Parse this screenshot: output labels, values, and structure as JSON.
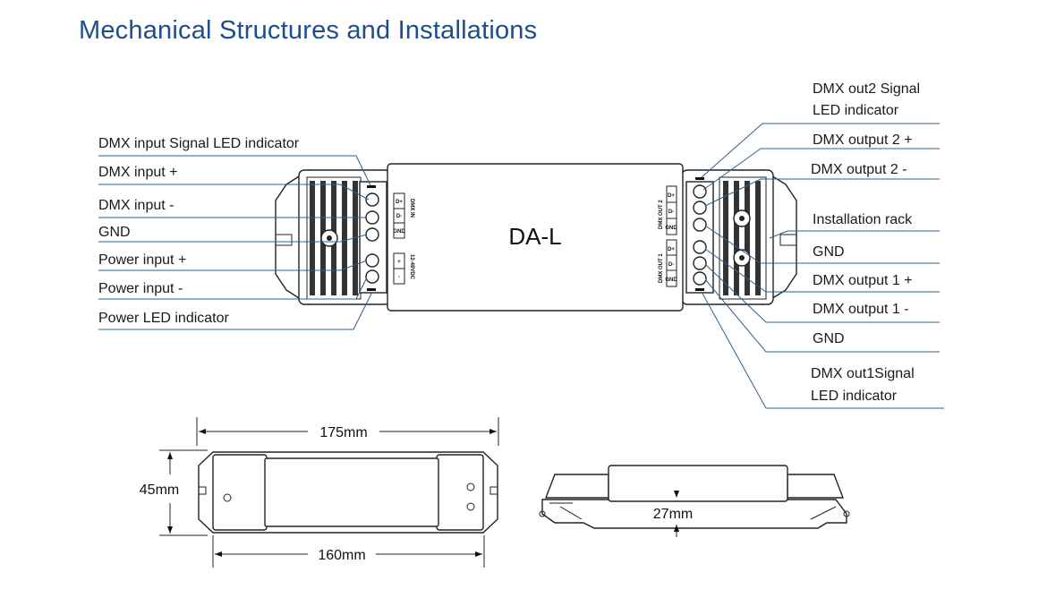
{
  "title": "Mechanical Structures and Installations",
  "device_label": "DA-L",
  "left_labels": [
    "DMX input Signal LED indicator",
    "DMX input +",
    "DMX input -",
    "GND",
    "Power input +",
    "Power input -",
    "Power LED indicator"
  ],
  "right_labels": {
    "out2_led_line1": "DMX out2 Signal",
    "out2_led_line2": "LED indicator",
    "out2_plus": "DMX output 2 +",
    "out2_minus": "DMX output 2 -",
    "rack": "Installation rack",
    "gnd2": "GND",
    "out1_plus": "DMX output 1 +",
    "out1_minus": "DMX output 1 -",
    "gnd1": "GND",
    "out1_led_line1": "DMX out1Signal",
    "out1_led_line2": "LED indicator"
  },
  "terminal_marks": {
    "dmx_in": "DMX IN",
    "d_plus": "D+",
    "d_minus": "D-",
    "gnd": "GND",
    "power": "12-48VDC",
    "plus": "+",
    "minus": "-",
    "dmx_out2": "DMX OUT 2",
    "dmx_out1": "DMX OUT 1"
  },
  "dimensions": {
    "length_outer": "175mm",
    "length_inner": "160mm",
    "width": "45mm",
    "height": "27mm"
  },
  "colors": {
    "title": "#1d4f8c",
    "leader_lines": "#2f5f8f"
  }
}
